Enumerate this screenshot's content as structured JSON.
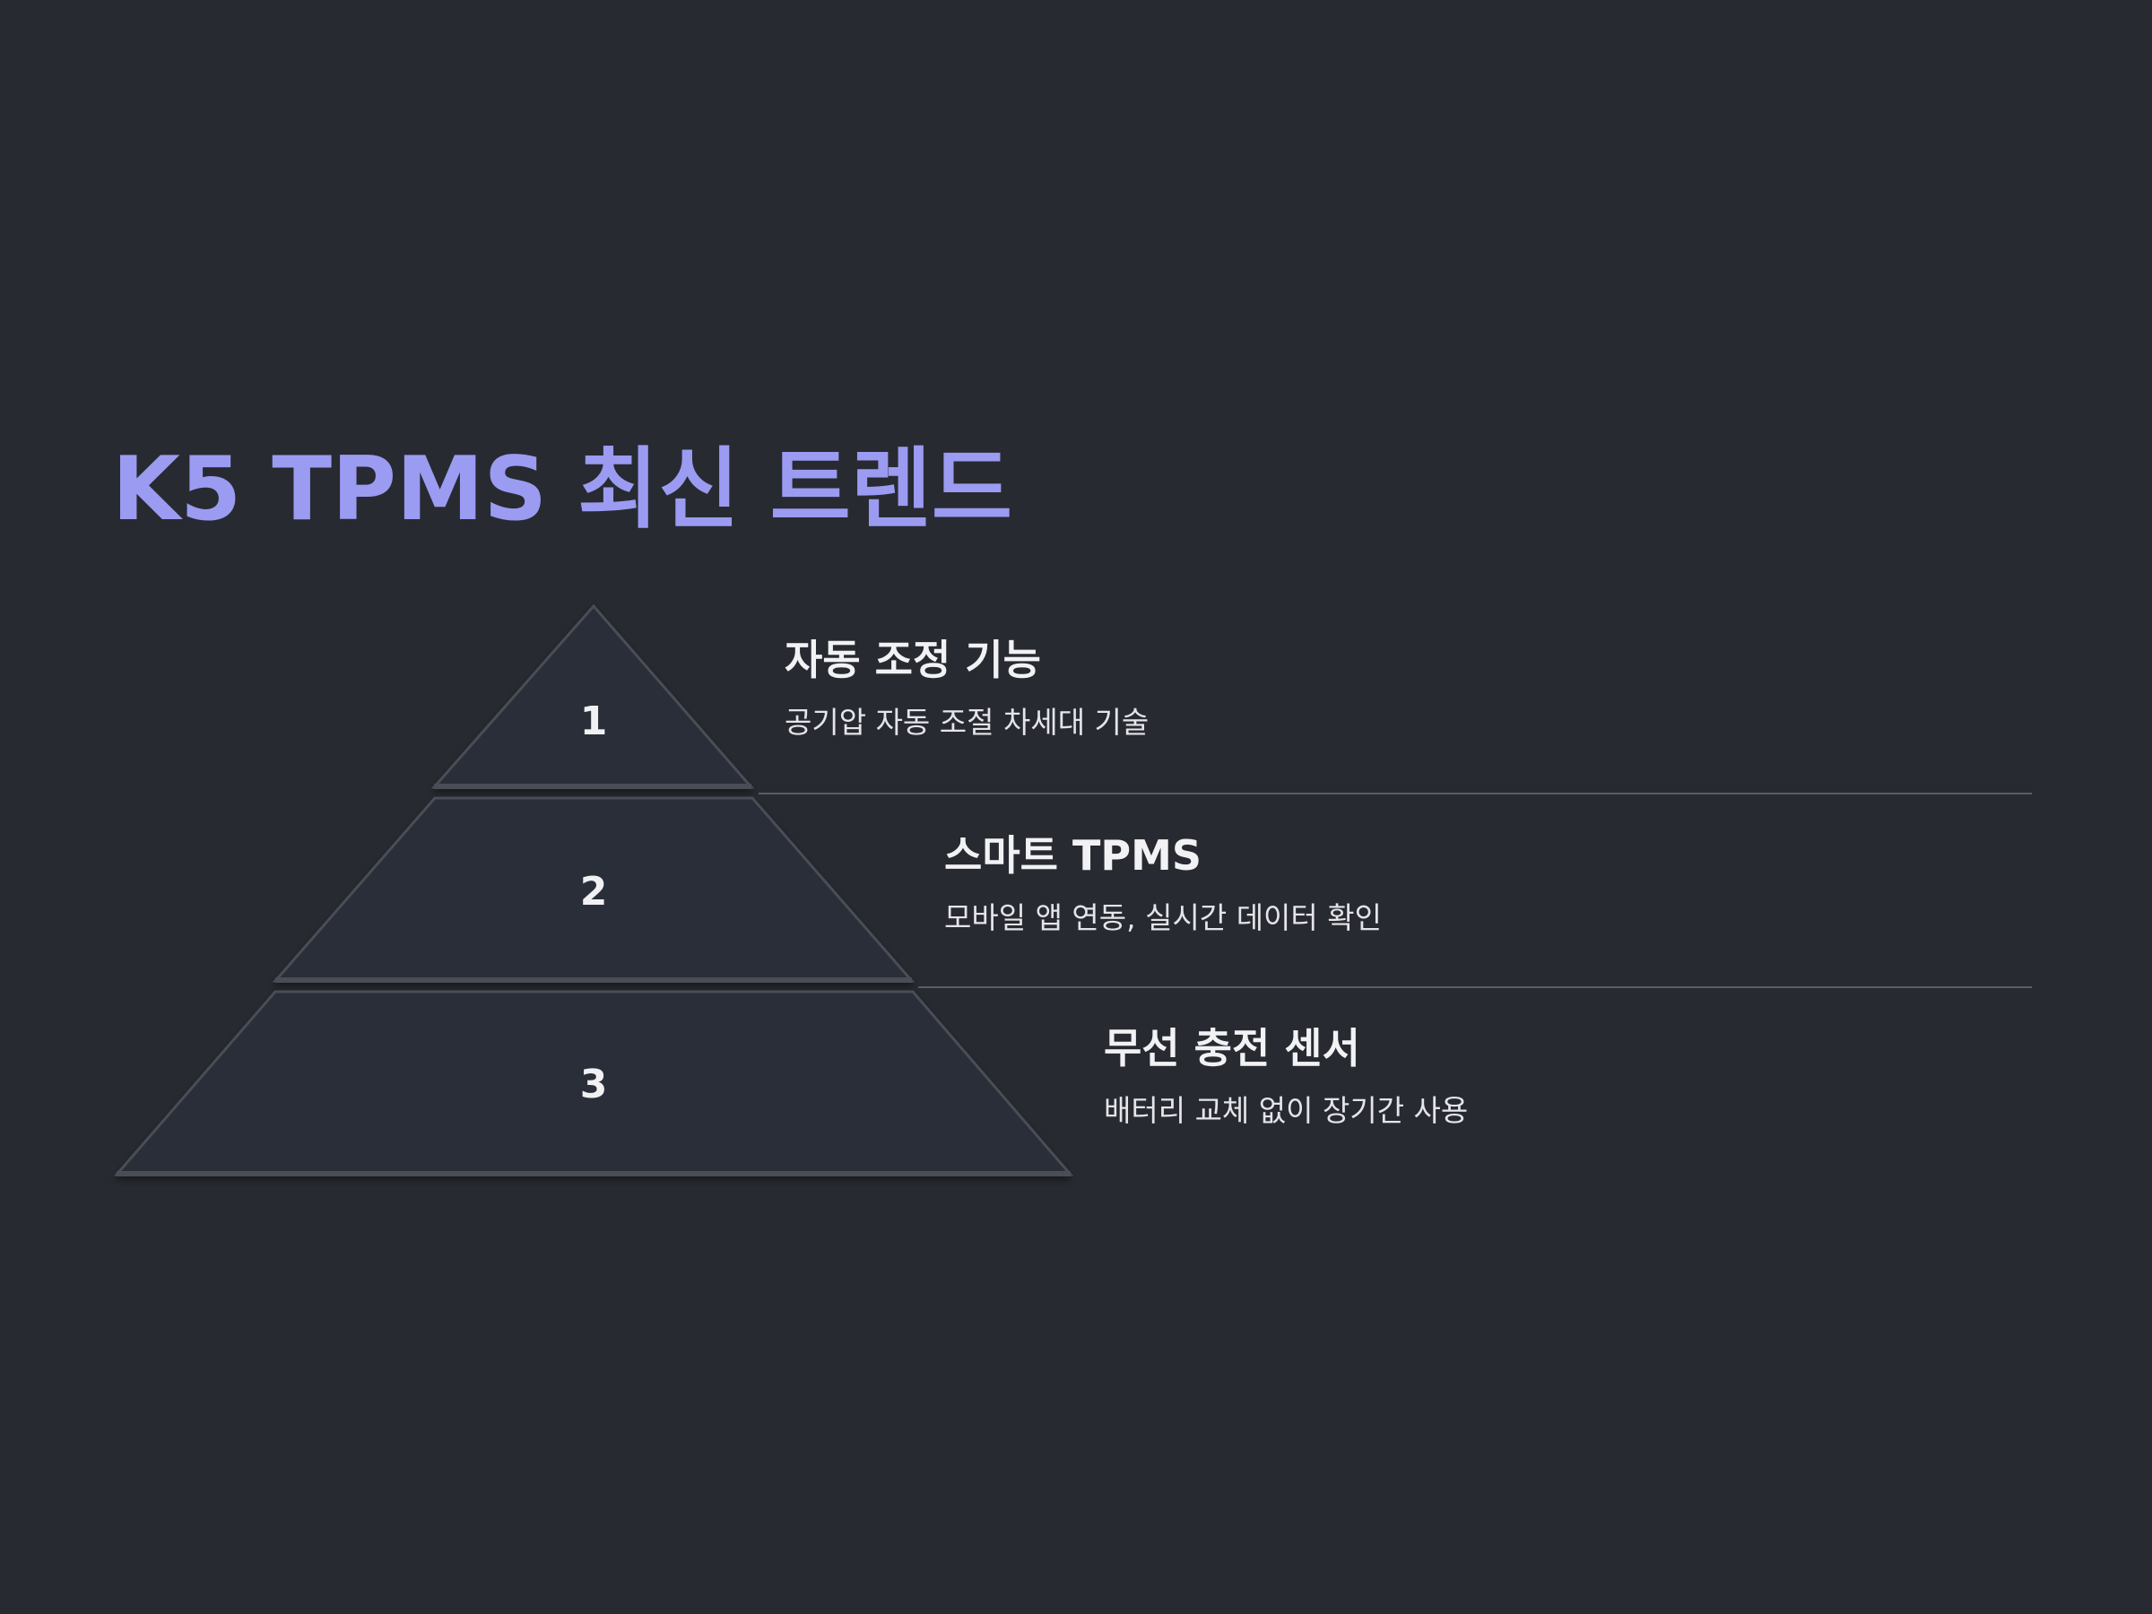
{
  "slide": {
    "title": "K5 TPMS 최신 트렌드"
  },
  "pyramid": {
    "tiers": [
      {
        "number": "1",
        "heading": "자동 조정 기능",
        "description": "공기압 자동 조절 차세대 기술"
      },
      {
        "number": "2",
        "heading": "스마트 TPMS",
        "description": "모바일 앱 연동, 실시간 데이터 확인"
      },
      {
        "number": "3",
        "heading": "무선 충전 센서",
        "description": "배터리 교체 없이 장기간 사용"
      }
    ]
  },
  "colors": {
    "background": "#272a30",
    "title_accent": "#9b9bf2",
    "tier_fill": "#2c2f39",
    "tier_edge": "#4a4d55",
    "text_primary": "#f2f2f5",
    "text_secondary": "#e4e4ea",
    "divider": "#5a5d66"
  }
}
